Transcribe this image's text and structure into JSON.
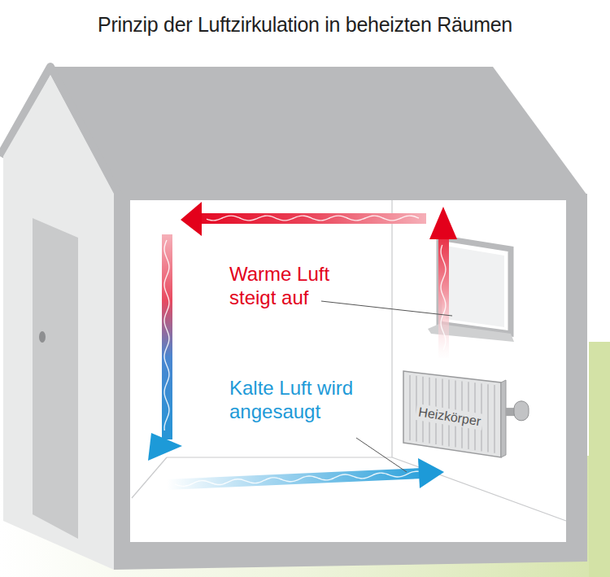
{
  "diagram": {
    "title": "Prinzip der Luftzirkulation in beheizten Räumen",
    "nodes": [
      {
        "text": [
          "Heizkörper"
        ]
      }
    ],
    "labels": [
      "Warme Luft steigt auf",
      "Kalte Luft wird angesaugt"
    ]
  }
}
